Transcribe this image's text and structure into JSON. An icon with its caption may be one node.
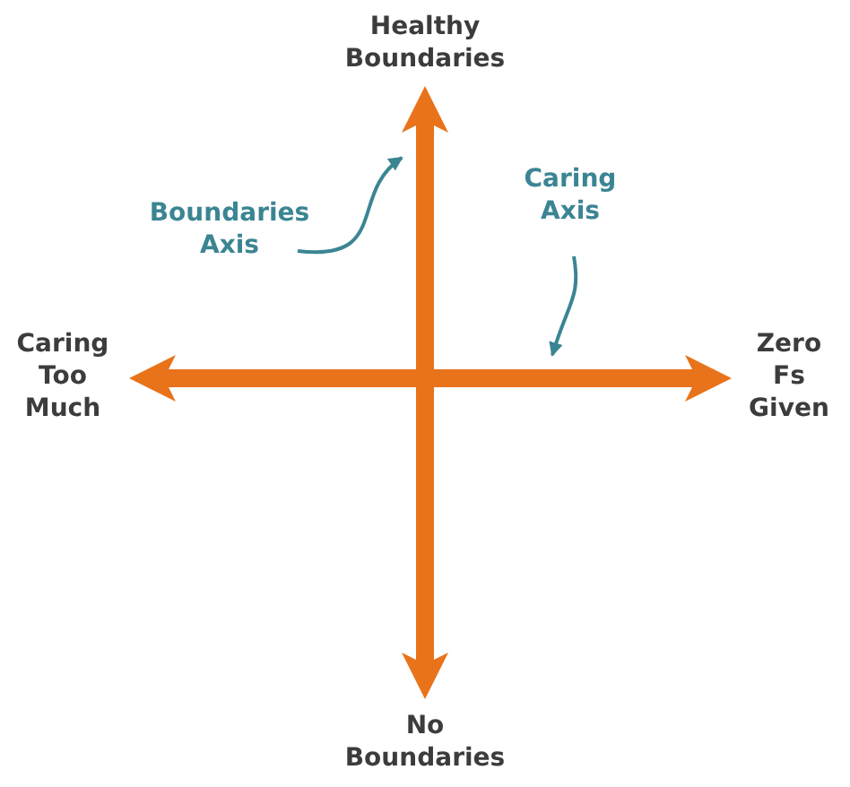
{
  "diagram": {
    "nodes": [
      {
        "text": [
          "Boundaries Axis"
        ]
      },
      {
        "text": [
          "Caring Axis"
        ]
      },
      {
        "text": [],
        "shape": "arrow"
      },
      {
        "text": [],
        "shape": "arrow"
      }
    ],
    "edges": [
      {
        "from": 0,
        "to": 2,
        "arrow": "to"
      },
      {
        "from": 1,
        "to": 3,
        "arrow": "to"
      }
    ],
    "labels": [
      "Healthy Boundaries",
      "Caring Too Much",
      "Zero Fs Given",
      "No Boundaries"
    ]
  }
}
